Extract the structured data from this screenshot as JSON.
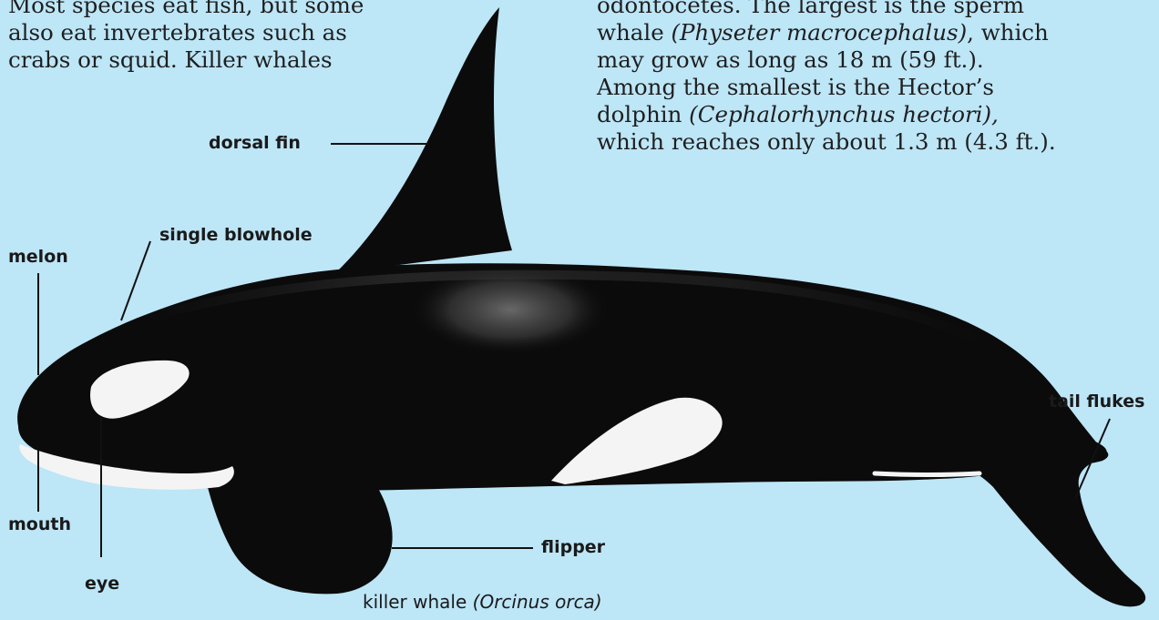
{
  "left_paragraph": {
    "lines": [
      "Most species eat fish, but some",
      "also eat invertebrates such as",
      "crabs or squid. Killer whales"
    ]
  },
  "right_paragraph": {
    "line1": "odontocetes. The largest is the sperm",
    "line2_a": "whale ",
    "line2_species": "(Physeter macrocephalus)",
    "line2_b": ", which",
    "line3": "may grow as long as 18 m (59 ft.).",
    "line4": "Among the smallest is the Hector’s",
    "line5_a": "dolphin ",
    "line5_species": "(Cephalorhynchus hectori),",
    "line6": "which reaches only about 1.3 m (4.3 ft.)."
  },
  "labels": {
    "dorsal_fin": "dorsal fin",
    "single_blowhole": "single blowhole",
    "melon": "melon",
    "tail_flukes": "tail flukes",
    "mouth": "mouth",
    "eye": "eye",
    "flipper": "flipper"
  },
  "caption": {
    "common_name": "killer whale ",
    "scientific_name": "(Orcinus orca)"
  },
  "colors": {
    "background": "#bde6f7",
    "whale_black": "#0b0b0b",
    "whale_white": "#f4f4f4",
    "saddle_grey": "#5a5a5a"
  }
}
